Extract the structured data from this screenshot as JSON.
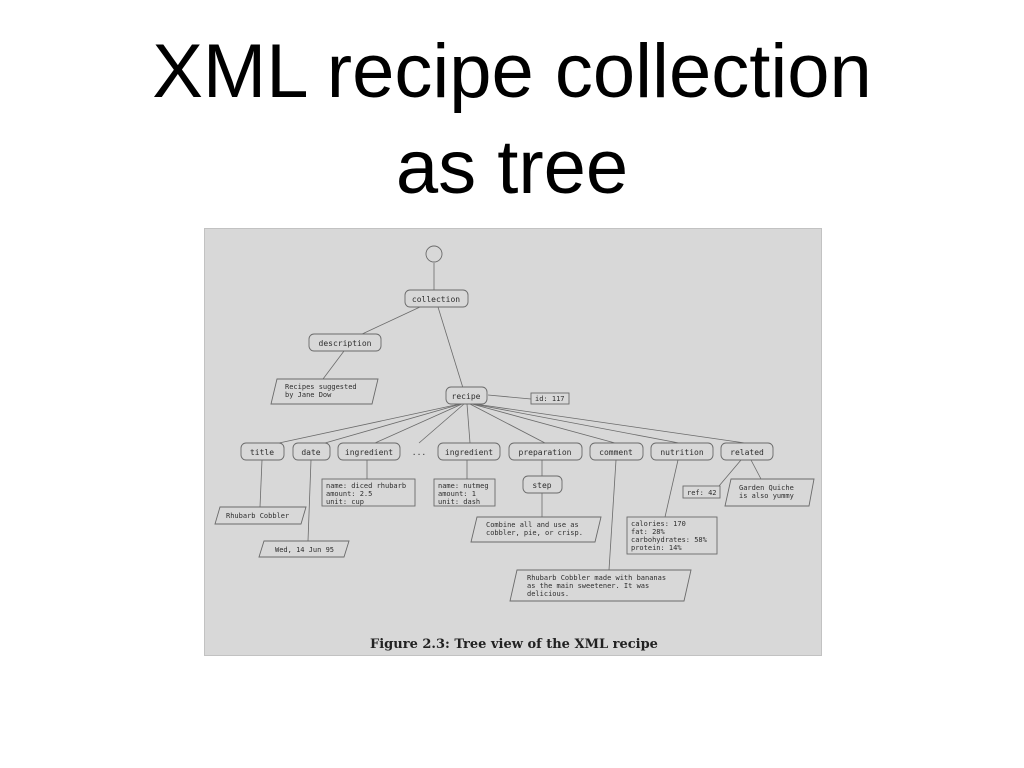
{
  "slide": {
    "title_line1": "XML recipe collection",
    "title_line2": "as tree"
  },
  "figure": {
    "caption": "Figure 2.3: Tree view of the XML recipe",
    "nodes": {
      "collection": "collection",
      "description": "description",
      "recipe": "recipe",
      "title": "title",
      "date": "date",
      "ingredient1": "ingredient",
      "ellipsis": "...",
      "ingredient2": "ingredient",
      "preparation": "preparation",
      "comment": "comment",
      "nutrition": "nutrition",
      "related": "related",
      "step": "step"
    },
    "attributes": {
      "recipe_id": "id: 117",
      "related_ref": "ref: 42",
      "ingredient1": [
        "name: diced rhubarb",
        "amount: 2.5",
        "unit: cup"
      ],
      "ingredient2": [
        "name: nutmeg",
        "amount: 1",
        "unit: dash"
      ],
      "nutrition": [
        "calories: 170",
        "fat: 28%",
        "carbohydrates: 58%",
        "protein: 14%"
      ]
    },
    "texts": {
      "description": [
        "Recipes suggested",
        "by Jane Dow"
      ],
      "title": [
        "Rhubarb Cobbler"
      ],
      "date": [
        "Wed, 14 Jun 95"
      ],
      "step": [
        "Combine all and use as",
        "cobbler, pie, or crisp."
      ],
      "comment": [
        "Rhubarb Cobbler made with bananas",
        "as the main sweetener. It was",
        "delicious."
      ],
      "related": [
        "Garden Quiche",
        "is also yummy"
      ]
    }
  }
}
